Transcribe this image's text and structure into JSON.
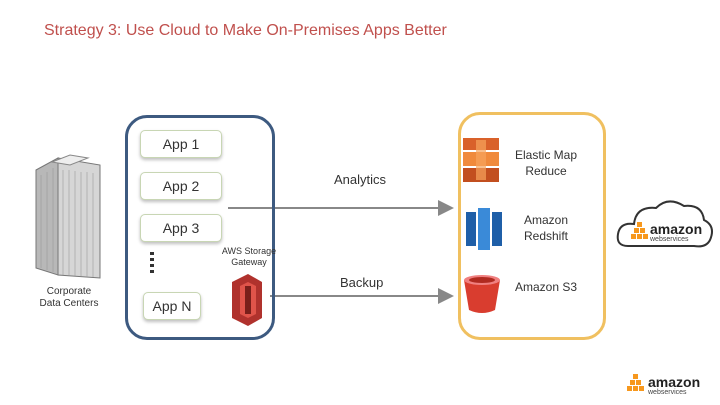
{
  "title": "Strategy 3: Use Cloud to Make On-Premises Apps Better",
  "corporate": {
    "label_line1": "Corporate",
    "label_line2": "Data Centers"
  },
  "apps": [
    "App 1",
    "App 2",
    "App 3",
    "App N"
  ],
  "storage_gateway": {
    "line1": "AWS Storage",
    "line2": "Gateway"
  },
  "flows": {
    "analytics": "Analytics",
    "backup": "Backup"
  },
  "services": {
    "emr": {
      "line1": "Elastic Map",
      "line2": "Reduce"
    },
    "redshift": {
      "line1": "Amazon",
      "line2": "Redshift"
    },
    "s3": "Amazon S3"
  },
  "logo": {
    "word": "amazon",
    "sub": "webservices"
  },
  "colors": {
    "title": "#c0504d",
    "onprem_border": "#3d5a80",
    "cloud_border": "#f0c060",
    "aws_orange": "#f7981d",
    "arrow": "#888888"
  }
}
